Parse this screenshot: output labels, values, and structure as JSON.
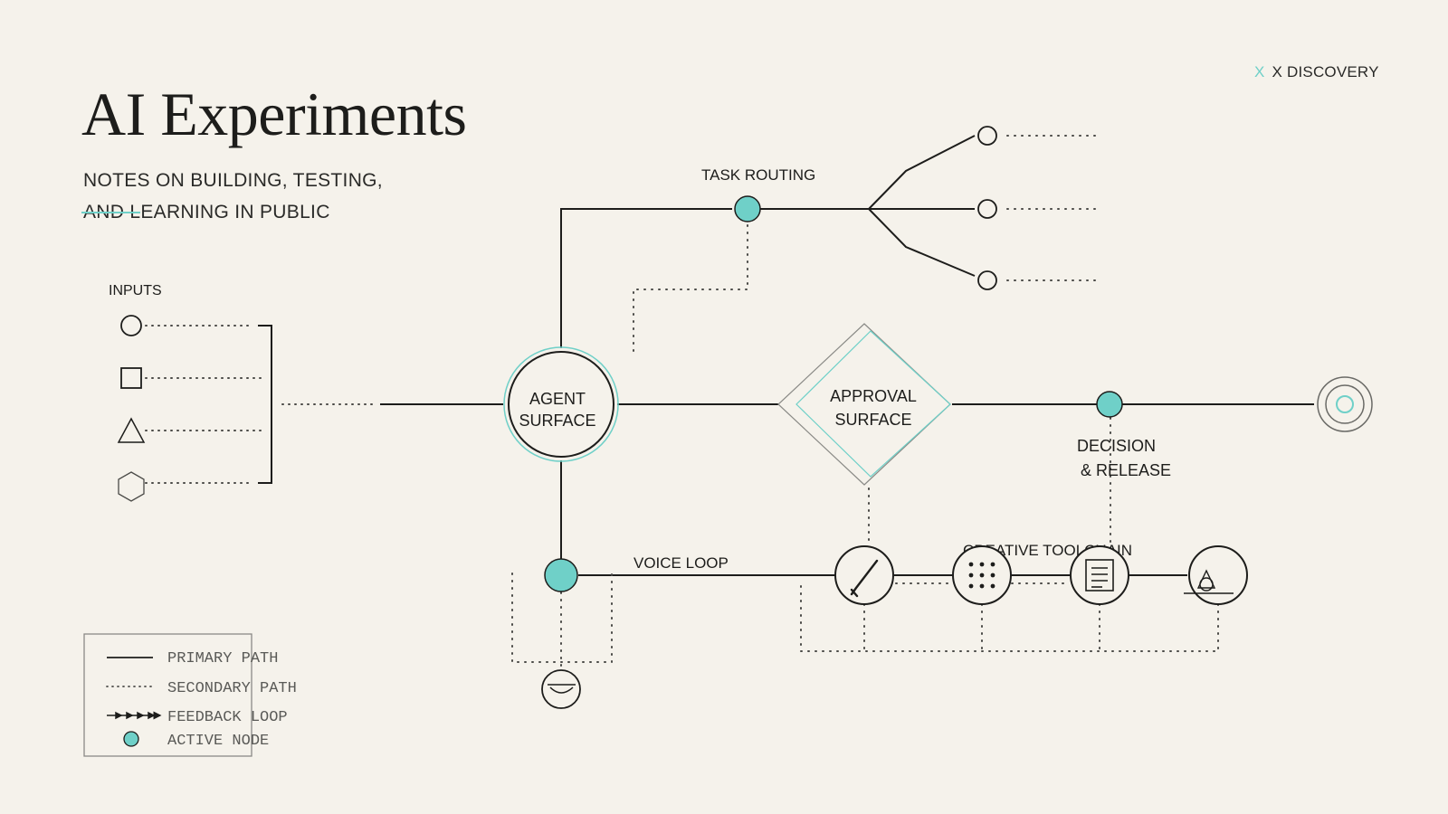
{
  "header": {
    "title": "AI Experiments",
    "subtitle_line1": "NOTES ON BUILDING, TESTING,",
    "subtitle_line2": "AND LEARNING IN PUBLIC",
    "brand_mark": "X",
    "brand_name": "X DISCOVERY"
  },
  "colors": {
    "background": "#f5f2eb",
    "ink": "#1d1d1b",
    "accent": "#6fd0c8",
    "muted": "#8a8a86"
  },
  "inputs": {
    "label": "INPUTS",
    "shapes": [
      "circle-icon",
      "square-icon",
      "triangle-icon",
      "hexagon-icon"
    ]
  },
  "nodes": {
    "agent_line1": "AGENT",
    "agent_line2": "SURFACE",
    "approval_line1": "APPROVAL",
    "approval_line2": "SURFACE",
    "task_routing": "TASK ROUTING",
    "decision_line1": "DECISION",
    "decision_line2": "& RELEASE",
    "voice_loop": "VOICE LOOP",
    "creative_toolchain": "CREATIVE TOOLCHAIN",
    "tools": [
      "pen-tool-icon",
      "dot-grid-icon",
      "document-icon",
      "shape-layers-icon"
    ],
    "voice_output": "speaker-icon",
    "final_output": "target-icon"
  },
  "legend": {
    "primary": "PRIMARY PATH",
    "secondary": "SECONDARY PATH",
    "feedback": "FEEDBACK LOOP",
    "active": "ACTIVE NODE"
  }
}
